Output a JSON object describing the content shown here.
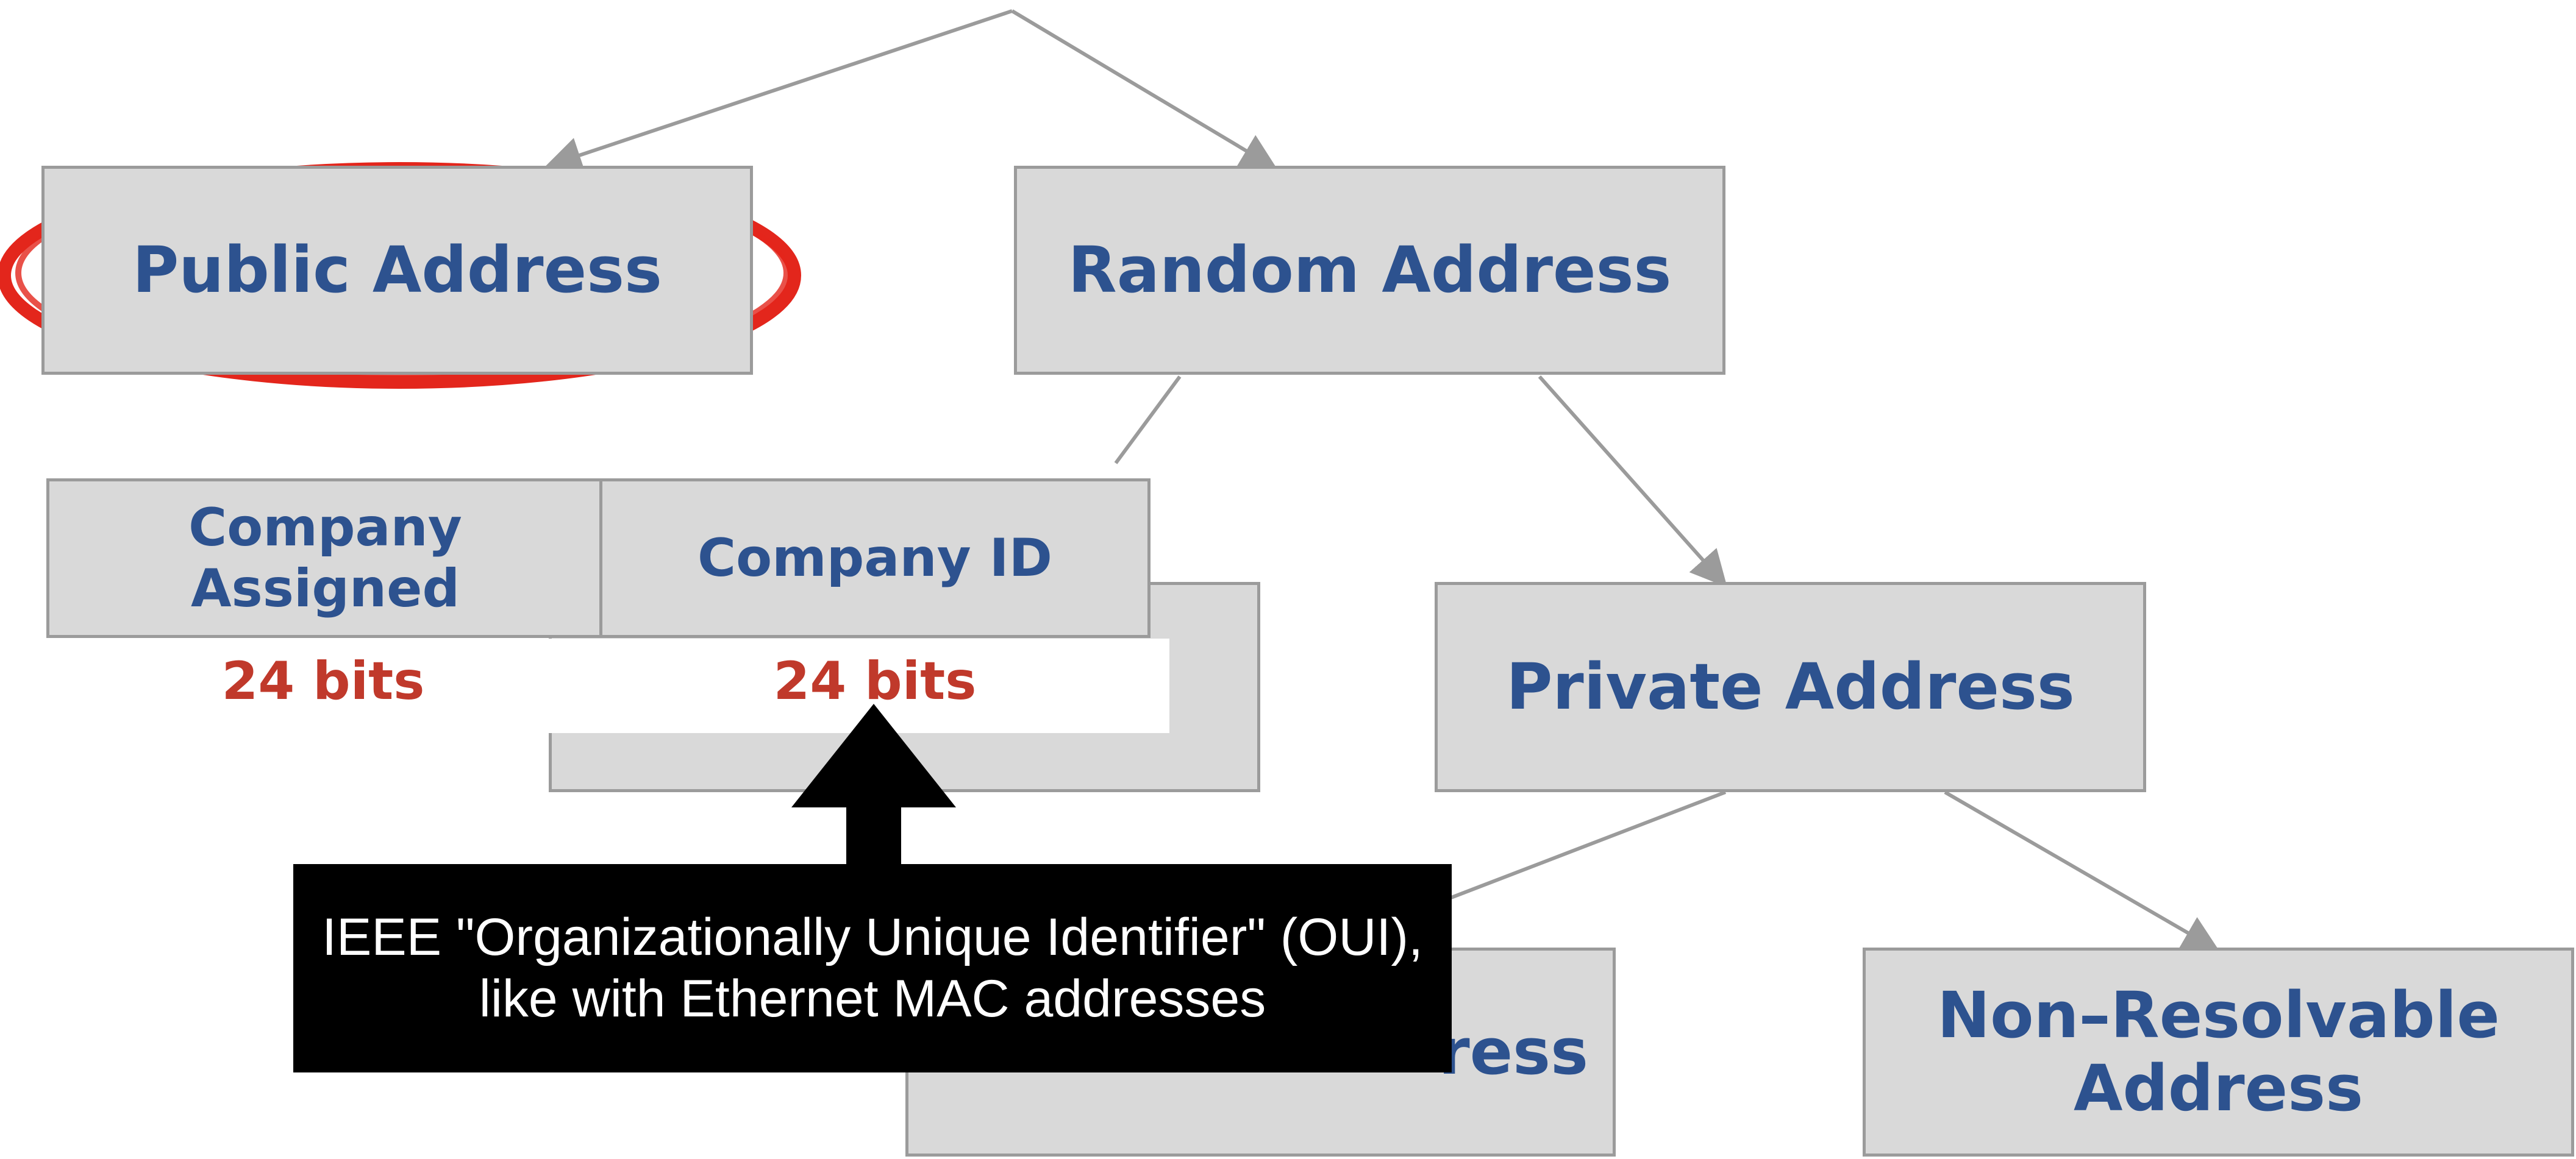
{
  "nodes": {
    "public": "Public Address",
    "random": "Random Address",
    "private": "Private Address",
    "resolvable_partial": "ress",
    "non_resolvable": "Non–Resolvable\nAddress",
    "company_assigned": "Company Assigned",
    "company_id": "Company ID"
  },
  "bits": {
    "left": "24 bits",
    "right": "24 bits"
  },
  "callout": {
    "line1": "IEEE \"Organizationally Unique Identifier\" (OUI),",
    "line2": "like with Ethernet MAC addresses"
  },
  "colors": {
    "box_fill": "#d9d9d9",
    "box_border": "#9b9b9b",
    "node_text": "#2d528f",
    "bits_text": "#c0392b",
    "highlight": "#e3261c",
    "callout_bg": "#000000",
    "connector": "#9b9b9b"
  }
}
